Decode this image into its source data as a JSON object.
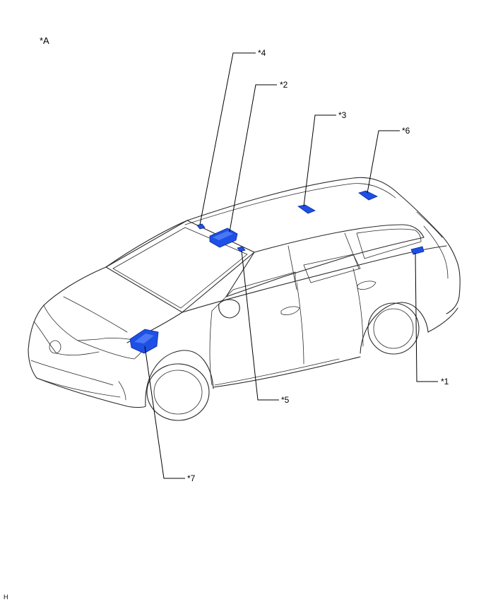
{
  "view_label": "*A",
  "figure_id": "H",
  "callouts": [
    {
      "id": "c1",
      "label": "*1"
    },
    {
      "id": "c2",
      "label": "*2"
    },
    {
      "id": "c3",
      "label": "*3"
    },
    {
      "id": "c4",
      "label": "*4"
    },
    {
      "id": "c5",
      "label": "*5"
    },
    {
      "id": "c6",
      "label": "*6"
    },
    {
      "id": "c7",
      "label": "*7"
    }
  ],
  "colors": {
    "component_fill": "#1e50e6",
    "component_stroke": "#0a2a9a",
    "line": "#2a2a2a"
  }
}
